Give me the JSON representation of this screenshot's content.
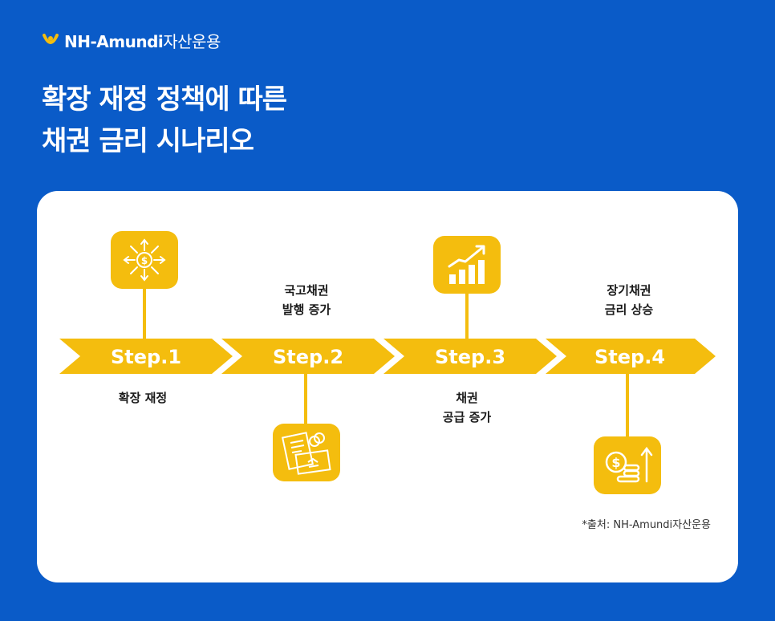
{
  "brand": {
    "bold": "NH-Amundi",
    "thin": "자산운용"
  },
  "title": {
    "line1": "확장 재정 정책에 따른",
    "line2": "채권 금리 시나리오"
  },
  "steps": [
    {
      "label": "Step.1",
      "desc1": "확장 재정",
      "desc2": "",
      "icon": "money-burst-icon"
    },
    {
      "label": "Step.2",
      "desc1": "국고채권",
      "desc2": "발행 증가",
      "icon": "bond-documents-icon"
    },
    {
      "label": "Step.3",
      "desc1": "채권",
      "desc2": "공급 증가",
      "icon": "rising-bar-chart-icon"
    },
    {
      "label": "Step.4",
      "desc1": "장기채권",
      "desc2": "금리 상승",
      "icon": "coins-up-arrow-icon"
    }
  ],
  "source": "*출처: NH-Amundi자산운용",
  "colors": {
    "background": "#0a5bc8",
    "accent": "#f4bd0e",
    "card": "#ffffff"
  }
}
